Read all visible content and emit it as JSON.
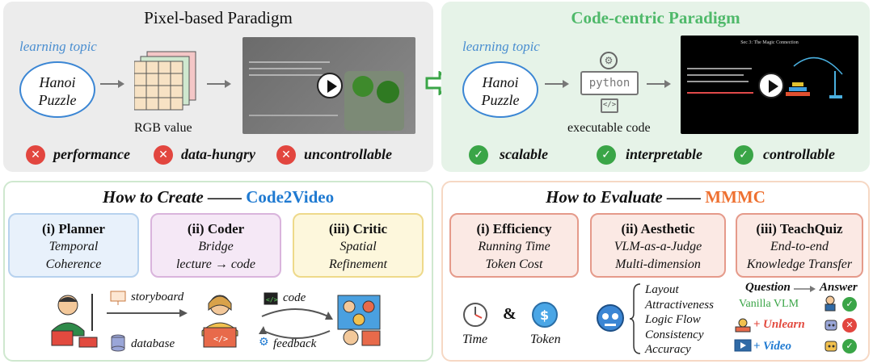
{
  "pixel": {
    "title": "Pixel-based Paradigm",
    "topic_label": "learning topic",
    "topic": "Hanoi Puzzle",
    "rgb_label": "RGB value",
    "cons": [
      "performance",
      "data-hungry",
      "uncontrollable"
    ]
  },
  "code": {
    "title": "Code-centric Paradigm",
    "topic_label": "learning topic",
    "topic": "Hanoi Puzzle",
    "python_label": "python",
    "code_icon_text": "</>",
    "exec_label": "executable code",
    "video_title": "Sec 3: The Magic Connection",
    "pros": [
      "scalable",
      "interpretable",
      "controllable"
    ]
  },
  "create": {
    "title_prefix": "How to Create ——",
    "title_name": "Code2Video",
    "agents": [
      {
        "head": "(i) Planner",
        "l1": "Temporal",
        "l2": "Coherence"
      },
      {
        "head": "(ii) Coder",
        "l1": "Bridge",
        "l2": "lecture → code"
      },
      {
        "head": "(iii) Critic",
        "l1": "Spatial",
        "l2": "Refinement"
      }
    ],
    "storyboard": "storyboard",
    "database": "database",
    "code": "code",
    "feedback": "feedback"
  },
  "evaluate": {
    "title_prefix": "How to Evaluate ——",
    "title_name": "MMMC",
    "metrics": [
      {
        "head": "(i) Efficiency",
        "l1": "Running Time",
        "l2": "Token Cost"
      },
      {
        "head": "(ii) Aesthetic",
        "l1": "VLM-as-a-Judge",
        "l2": "Multi-dimension"
      },
      {
        "head": "(iii) TeachQuiz",
        "l1": "End-to-end",
        "l2": "Knowledge Transfer"
      }
    ],
    "time": "Time",
    "amp": "&",
    "token": "Token",
    "aesthetic_items": [
      "Layout",
      "Attractiveness",
      "Logic Flow",
      "Consistency",
      "Accuracy"
    ],
    "question": "Question",
    "answer": "Answer",
    "vanilla": "Vanilla VLM",
    "unlearn_plus": "+",
    "unlearn": "Unlearn",
    "video_plus": "+",
    "video": "Video"
  },
  "colors": {
    "green": "#3aa547",
    "red": "#e2463f",
    "blue": "#1f7ad1",
    "orange": "#ee7030"
  }
}
